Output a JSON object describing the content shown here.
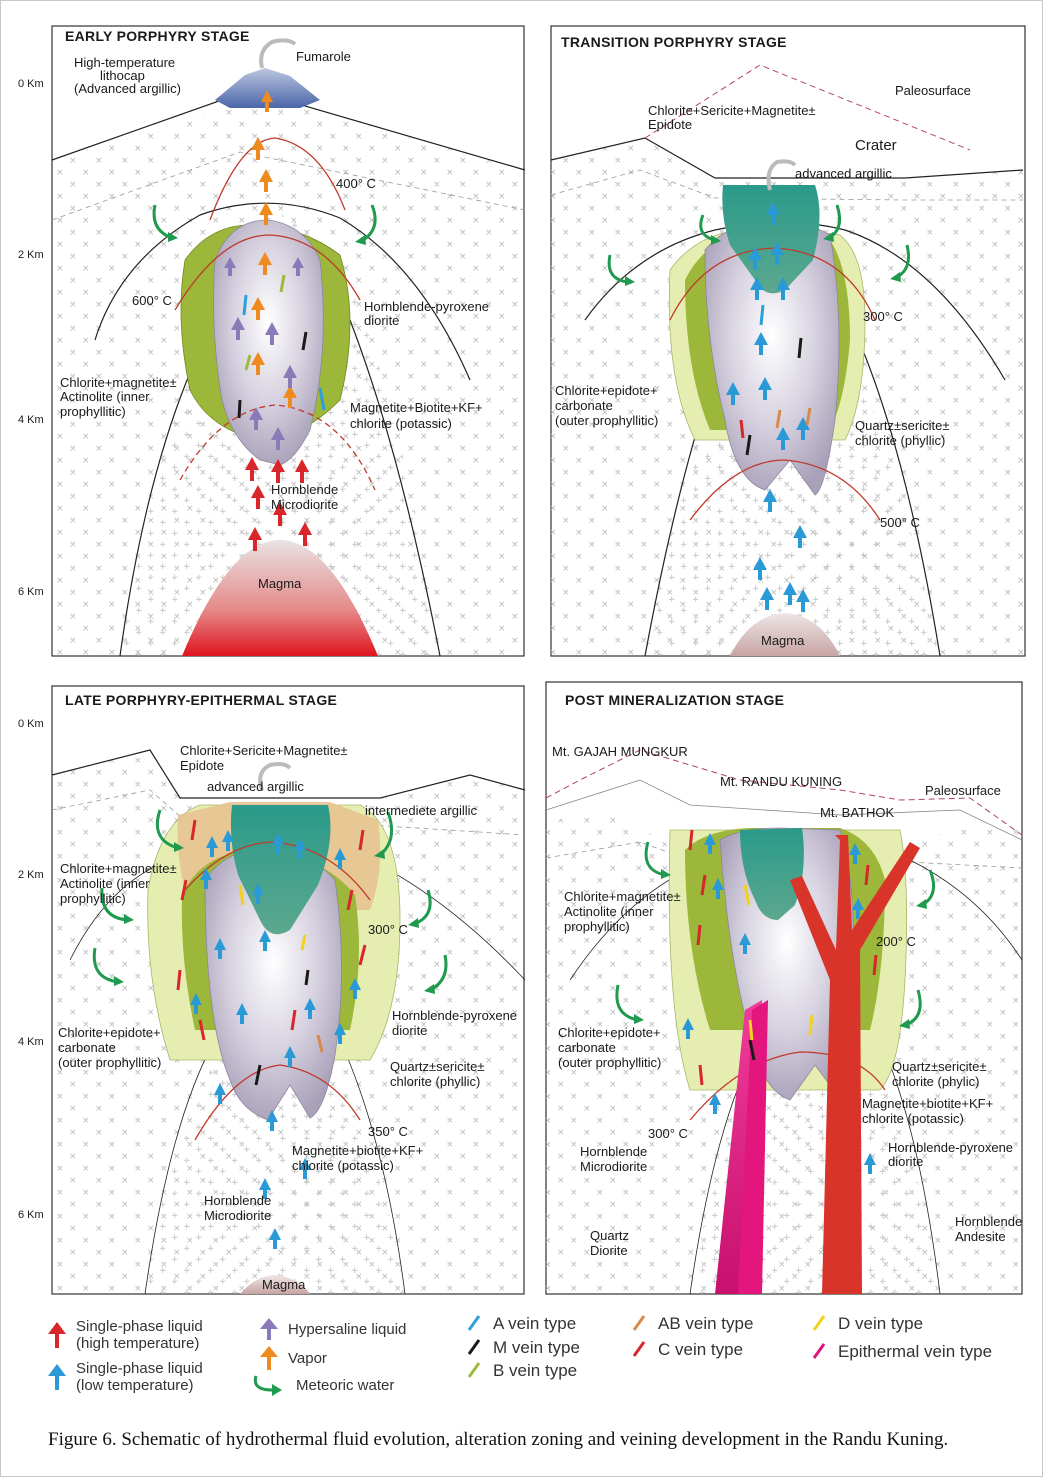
{
  "depth_labels": [
    "0 Km",
    "2 Km",
    "4 Km",
    "6 Km"
  ],
  "panels": {
    "early": {
      "title": "EARLY PORPHYRY STAGE",
      "labels": {
        "fumarole": "Fumarole",
        "lithocap_1": "High-temperature",
        "lithocap_2": "lithocap",
        "lithocap_3": "(Advanced argillic)",
        "temp_400": "400° C",
        "temp_600": "600° C",
        "hbl_px_1": "Hornblende-pyroxene",
        "hbl_px_2": "diorite",
        "chl_mag_1": "Chlorite+magnetite±",
        "chl_mag_2": "Actinolite (inner",
        "chl_mag_3": "prophyllitic)",
        "mag_bio_1": "Magnetite+Biotite+KF+",
        "mag_bio_2": "chlorite (potassic)",
        "hbl_micro_1": "Hornblende",
        "hbl_micro_2": "Microdiorite",
        "magma": "Magma"
      }
    },
    "transition": {
      "title": "TRANSITION PORPHYRY STAGE",
      "labels": {
        "chl_ser_1": "Chlorite+Sericite+Magnetite±",
        "chl_ser_2": "Epidote",
        "paleosurface": "Paleosurface",
        "crater": "Crater",
        "adv_arg": "advanced argillic",
        "temp_300": "300° C",
        "temp_500": "500° C",
        "chl_epi_1": "Chlorite+epidote+",
        "chl_epi_2": "carbonate",
        "chl_epi_3": "(outer prophyllitic)",
        "qtz_ser_1": "Quartz±sericite±",
        "qtz_ser_2": "chlorite (phyllic)",
        "magma": "Magma"
      }
    },
    "late": {
      "title": "LATE PORPHYRY-EPITHERMAL STAGE",
      "labels": {
        "chl_ser_1": "Chlorite+Sericite+Magnetite±",
        "chl_ser_2": "Epidote",
        "adv_arg": "advanced argillic",
        "int_arg": "intermediete argillic",
        "chl_mag_1": "Chlorite+magnetite±",
        "chl_mag_2": "Actinolite (inner",
        "chl_mag_3": "prophyllitic)",
        "temp_300": "300° C",
        "hbl_px_1": "Hornblende-pyroxene",
        "hbl_px_2": "diorite",
        "chl_epi_1": "Chlorite+epidote+",
        "chl_epi_2": "carbonate",
        "chl_epi_3": "(outer prophyllitic)",
        "qtz_ser_1": "Quartz±sericite±",
        "qtz_ser_2": "chlorite (phyllic)",
        "temp_350": "350° C",
        "mag_bio_1": "Magnetite+biotite+KF+",
        "mag_bio_2": "chlorite (potassic)",
        "hbl_micro_1": "Hornblende",
        "hbl_micro_2": "Microdiorite",
        "magma": "Magma"
      }
    },
    "post": {
      "title": "POST MINERALIZATION  STAGE",
      "labels": {
        "gajah": "Mt. GAJAH MUNGKUR",
        "randu": "Mt. RANDU KUNING",
        "bathok": "Mt. BATHOK",
        "paleosurface": "Paleosurface",
        "chl_mag_1": "Chlorite+magnetite±",
        "chl_mag_2": "Actinolite (inner",
        "chl_mag_3": "prophyllitic)",
        "temp_200": "200° C",
        "chl_epi_1": "Chlorite+epidote+",
        "chl_epi_2": "carbonate",
        "chl_epi_3": "(outer prophyllitic)",
        "qtz_ser_1": "Quartz±sericite±",
        "qtz_ser_2": "chlorite (phylic)",
        "mag_bio_1": "Magnetite+biotite+KF+",
        "mag_bio_2": "chlorite (potassic)",
        "temp_300": "300° C",
        "hbl_micro_1": "Hornblende",
        "hbl_micro_2": "Microdiorite",
        "hbl_px_1": "Hornblende-pyroxene",
        "hbl_px_2": "diorite",
        "hbl_and_1": "Hornblende",
        "hbl_and_2": "Andesite",
        "qtz_dio_1": "Quartz",
        "qtz_dio_2": "Diorite"
      }
    }
  },
  "legend": {
    "single_high_1": "Single-phase liquid",
    "single_high_2": "(high temperature)",
    "single_low_1": "Single-phase liquid",
    "single_low_2": "(low temperature)",
    "hypersaline": "Hypersaline liquid",
    "vapor": "Vapor",
    "meteoric": "Meteoric water",
    "a_vein": "A vein type",
    "m_vein": "M vein type",
    "b_vein": "B vein type",
    "ab_vein": "AB vein type",
    "c_vein": "C vein type",
    "d_vein": "D vein type",
    "epi_vein": "Epithermal vein type"
  },
  "caption": "Figure 6. Schematic of hydrothermal fluid evolution, alteration zoning  and veining development in the Randu Kuning.",
  "colors": {
    "high_temp_arrow": "#d8262b",
    "low_temp_arrow": "#2a9ad6",
    "hypersaline_arrow": "#8a7ab8",
    "vapor_arrow": "#ef8a1e",
    "meteoric_arrow": "#1f9a4e",
    "a_vein": "#2aa0dc",
    "m_vein": "#1a1a1a",
    "b_vein": "#9dbb3a",
    "ab_vein": "#d88a4a",
    "c_vein": "#d8262b",
    "d_vein": "#f2d21a",
    "epithermal_vein": "#e0147a"
  }
}
